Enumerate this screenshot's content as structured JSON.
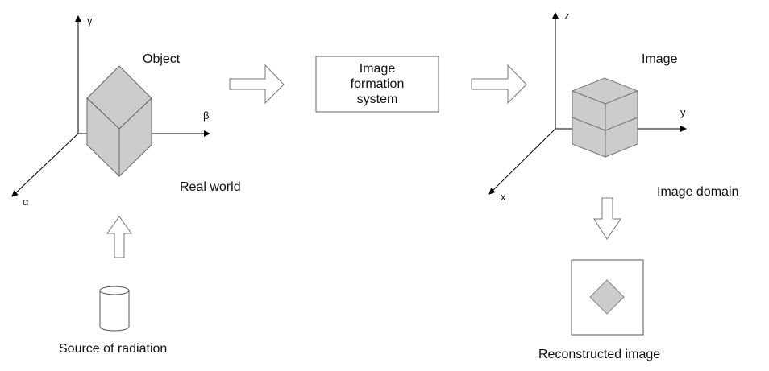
{
  "labels": {
    "object": "Object",
    "real_world": "Real world",
    "source": "Source of radiation",
    "system_lines": [
      "Image",
      "formation",
      "system"
    ],
    "image": "Image",
    "image_domain": "Image domain",
    "reconstructed": "Reconstructed image"
  },
  "axes_real": {
    "vertical": "γ",
    "horizontal": "β",
    "depth": "α"
  },
  "axes_image": {
    "vertical": "z",
    "horizontal": "y",
    "depth": "x"
  },
  "colors": {
    "shape_fill": "#cccccc",
    "stroke": "#666666",
    "line": "#000000"
  }
}
